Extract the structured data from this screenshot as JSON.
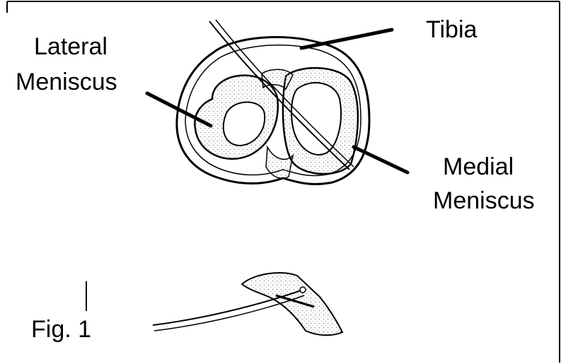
{
  "labels": {
    "tibia": "Tibia",
    "lateral_meniscus": [
      "Lateral",
      "Meniscus"
    ],
    "medial_meniscus": [
      "Medial",
      "Meniscus"
    ],
    "figure_caption": "Fig. 1"
  },
  "colors": {
    "ink": "#000000",
    "background": "#ffffff",
    "stipple": "#9a9a9a"
  }
}
